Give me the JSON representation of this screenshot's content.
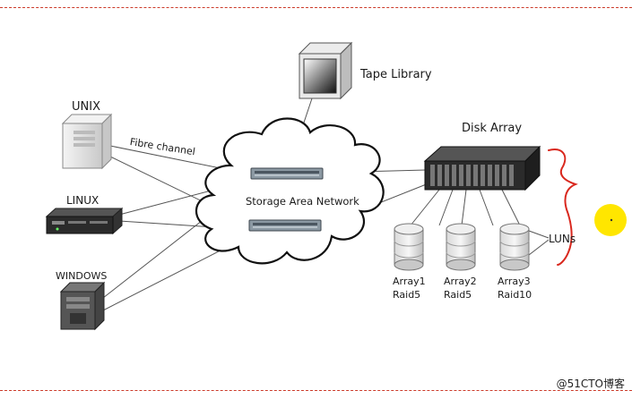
{
  "labels": {
    "unix": "UNIX",
    "linux": "LINUX",
    "windows": "WINDOWS",
    "fibre_channel": "Fibre channel",
    "tape_library": "Tape Library",
    "disk_array": "Disk Array",
    "san": "Storage Area Network",
    "luns": "LUNs"
  },
  "arrays": [
    {
      "name": "Array1",
      "raid": "Raid5"
    },
    {
      "name": "Array2",
      "raid": "Raid5"
    },
    {
      "name": "Array3",
      "raid": "Raid10"
    }
  ],
  "watermark": "@51CTO博客",
  "colors": {
    "annotation": "#d9281e",
    "cursor": "#ffe600",
    "device_dark": "#2a2a2a",
    "line": "#555555"
  }
}
